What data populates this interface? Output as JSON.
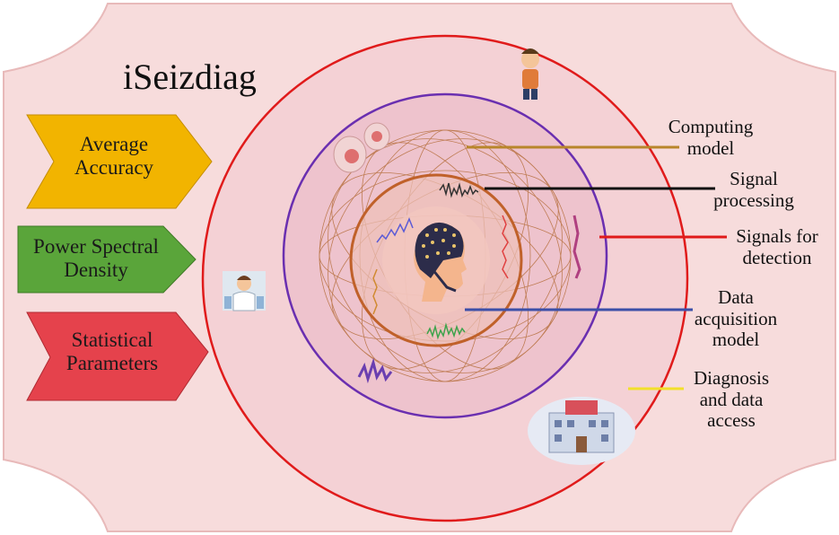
{
  "title": "iSeizdiag",
  "arrows": [
    {
      "line1": "Average",
      "line2": "Accuracy",
      "color": "#f2b400"
    },
    {
      "line1": "Power Spectral",
      "line2": "Density",
      "color": "#5aa53a"
    },
    {
      "line1": "Statistical",
      "line2": "Parameters",
      "color": "#e5424c"
    }
  ],
  "labels": [
    {
      "line1": "Computing",
      "line2": "model",
      "line3": "",
      "line_color": "#b8862b"
    },
    {
      "line1": "Signal",
      "line2": "processing",
      "line3": "",
      "line_color": "#111111"
    },
    {
      "line1": "Signals for",
      "line2": "detection",
      "line3": "",
      "line_color": "#e01b1b"
    },
    {
      "line1": "Data",
      "line2": "acquisition",
      "line3": "model",
      "line_color": "#3c4fa8"
    },
    {
      "line1": "Diagnosis",
      "line2": "and data",
      "line3": "access",
      "line_color": "#f2e02a"
    }
  ],
  "colors": {
    "frame_fill": "#f7dcdc",
    "outer_circle": "#e01b1b",
    "middle_circle": "#6a2fb0",
    "inner_circle": "#c0612a"
  },
  "icons": [
    "thinking-person-icon",
    "doctor-icon",
    "hospital-icon",
    "eeg-head-icon",
    "brain-map-icon",
    "eeg-waveform-icon"
  ]
}
